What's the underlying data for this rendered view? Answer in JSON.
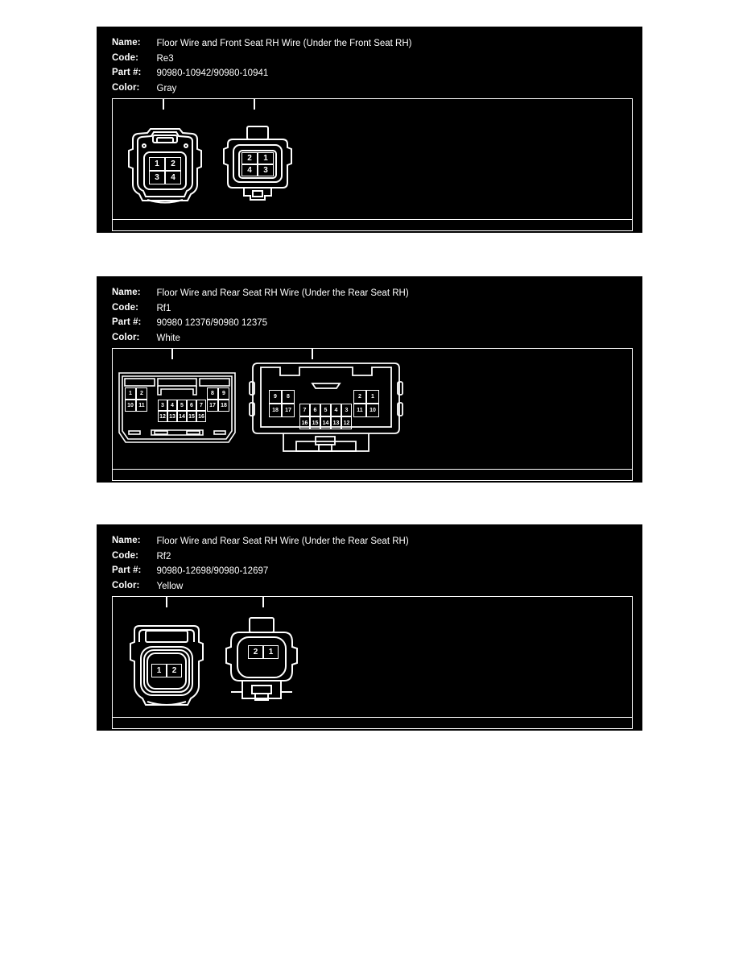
{
  "page": {
    "background": "#ffffff",
    "panel_background": "#000000",
    "line_color": "#ffffff"
  },
  "field_labels": {
    "name": "Name:",
    "code": "Code:",
    "part": "Part #:",
    "color": "Color:"
  },
  "panels": [
    {
      "id": "re3",
      "name": "Floor Wire and Front Seat RH Wire (Under the Front Seat RH)",
      "code": "Re3",
      "part": "90980-10942/90980-10941",
      "color": "Gray",
      "connectors": [
        {
          "id": "re3-female",
          "type": "4-pin-female",
          "rows": [
            [
              "1",
              "2"
            ],
            [
              "3",
              "4"
            ]
          ]
        },
        {
          "id": "re3-male",
          "type": "4-pin-male",
          "rows": [
            [
              "2",
              "1"
            ],
            [
              "4",
              "3"
            ]
          ]
        }
      ]
    },
    {
      "id": "rf1",
      "name": "Floor Wire and Rear Seat RH Wire (Under the Rear Seat RH)",
      "code": "Rf1",
      "part": "90980 12376/90980 12375",
      "color": "White",
      "connectors": [
        {
          "id": "rf1-female",
          "type": "18-pin-female",
          "left_block": [
            [
              "1",
              "2"
            ],
            [
              "10",
              "11"
            ]
          ],
          "center_block": [
            [
              "3",
              "4",
              "5",
              "6",
              "7"
            ],
            [
              "12",
              "13",
              "14",
              "15",
              "16"
            ]
          ],
          "right_block": [
            [
              "8",
              "9"
            ],
            [
              "17",
              "18"
            ]
          ]
        },
        {
          "id": "rf1-male",
          "type": "18-pin-male",
          "left_block": [
            [
              "9",
              "8"
            ],
            [
              "18",
              "17"
            ]
          ],
          "center_block": [
            [
              "7",
              "6",
              "5",
              "4",
              "3"
            ],
            [
              "16",
              "15",
              "14",
              "13",
              "12"
            ]
          ],
          "right_block": [
            [
              "2",
              "1"
            ],
            [
              "11",
              "10"
            ]
          ]
        }
      ]
    },
    {
      "id": "rf2",
      "name": "Floor Wire and Rear Seat RH Wire (Under the Rear Seat RH)",
      "code": "Rf2",
      "part": "90980-12698/90980-12697",
      "color": "Yellow",
      "connectors": [
        {
          "id": "rf2-female",
          "type": "2-pin-female",
          "rows": [
            [
              "1",
              "2"
            ]
          ]
        },
        {
          "id": "rf2-male",
          "type": "2-pin-male",
          "rows": [
            [
              "2",
              "1"
            ]
          ]
        }
      ]
    }
  ]
}
